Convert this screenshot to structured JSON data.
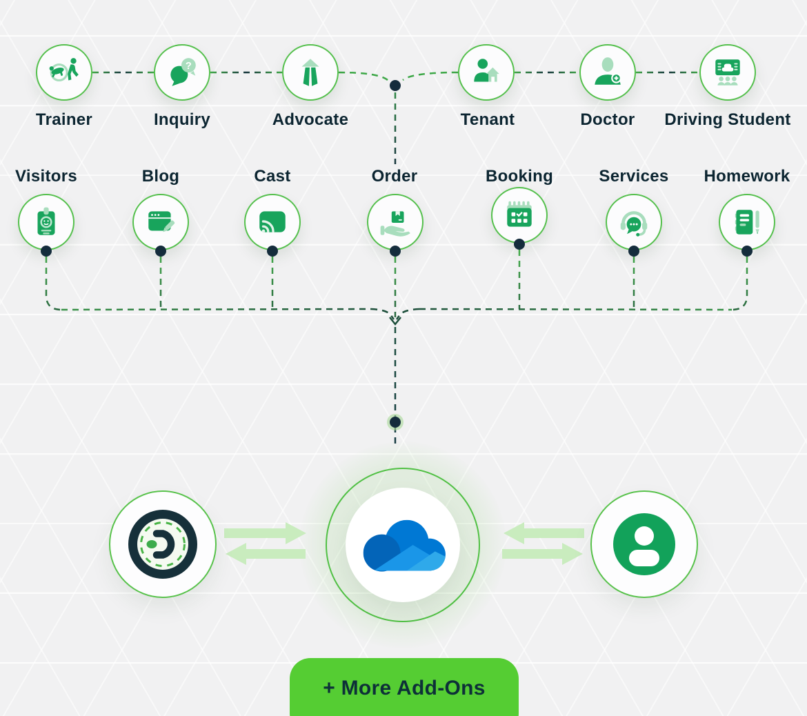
{
  "top_row": [
    {
      "id": "trainer",
      "label": "Trainer",
      "icon": "trainer-icon"
    },
    {
      "id": "inquiry",
      "label": "Inquiry",
      "icon": "inquiry-icon"
    },
    {
      "id": "advocate",
      "label": "Advocate",
      "icon": "advocate-icon"
    },
    {
      "id": "tenant",
      "label": "Tenant",
      "icon": "tenant-icon"
    },
    {
      "id": "doctor",
      "label": "Doctor",
      "icon": "doctor-icon"
    },
    {
      "id": "driving-student",
      "label": "Driving Student",
      "icon": "driving-student-icon"
    }
  ],
  "bottom_row": [
    {
      "id": "visitors",
      "label": "Visitors",
      "icon": "visitors-icon"
    },
    {
      "id": "blog",
      "label": "Blog",
      "icon": "blog-icon"
    },
    {
      "id": "cast",
      "label": "Cast",
      "icon": "cast-icon"
    },
    {
      "id": "order",
      "label": "Order",
      "icon": "order-icon"
    },
    {
      "id": "booking",
      "label": "Booking",
      "icon": "booking-icon"
    },
    {
      "id": "services",
      "label": "Services",
      "icon": "services-icon"
    },
    {
      "id": "homework",
      "label": "Homework",
      "icon": "homework-icon"
    }
  ],
  "integration": {
    "left_app_icon": "dashed-d-plugin-logo",
    "hub_icon": "onedrive-cloud-logo",
    "right_app_icon": "user-account-icon",
    "sync": "bidirectional-arrows"
  },
  "cta": {
    "label": "+ More Add-Ons"
  },
  "colors": {
    "background": "#f1f1f2",
    "node_ring": "#55c04d",
    "icon_green": "#18a45c",
    "icon_green_light": "#a8ddbd",
    "line_green": "#41aa49",
    "line_dark": "#16343c",
    "dot_navy": "#142c3c",
    "sync_arrow": "#c9ecbe",
    "cta_bg": "#55cd33",
    "cta_text": "#0d3038",
    "onedrive_blues": [
      "#0364b8",
      "#0078d4",
      "#1a96e8",
      "#2fa9ea"
    ],
    "plugin_navy": "#16303a"
  }
}
